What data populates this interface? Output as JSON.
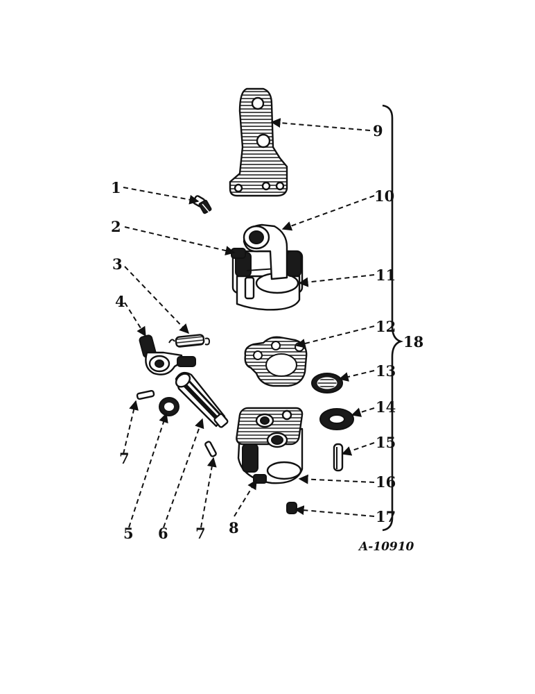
{
  "figure_id": "A-10910",
  "callouts": {
    "c1": "1",
    "c2": "2",
    "c3": "3",
    "c4": "4",
    "c5": "5",
    "c6": "6",
    "c7a": "7",
    "c7b": "7",
    "c8": "8",
    "c9": "9",
    "c10": "10",
    "c11": "11",
    "c12": "12",
    "c13": "13",
    "c14": "14",
    "c15": "15",
    "c16": "16",
    "c17": "17",
    "c18": "18"
  }
}
